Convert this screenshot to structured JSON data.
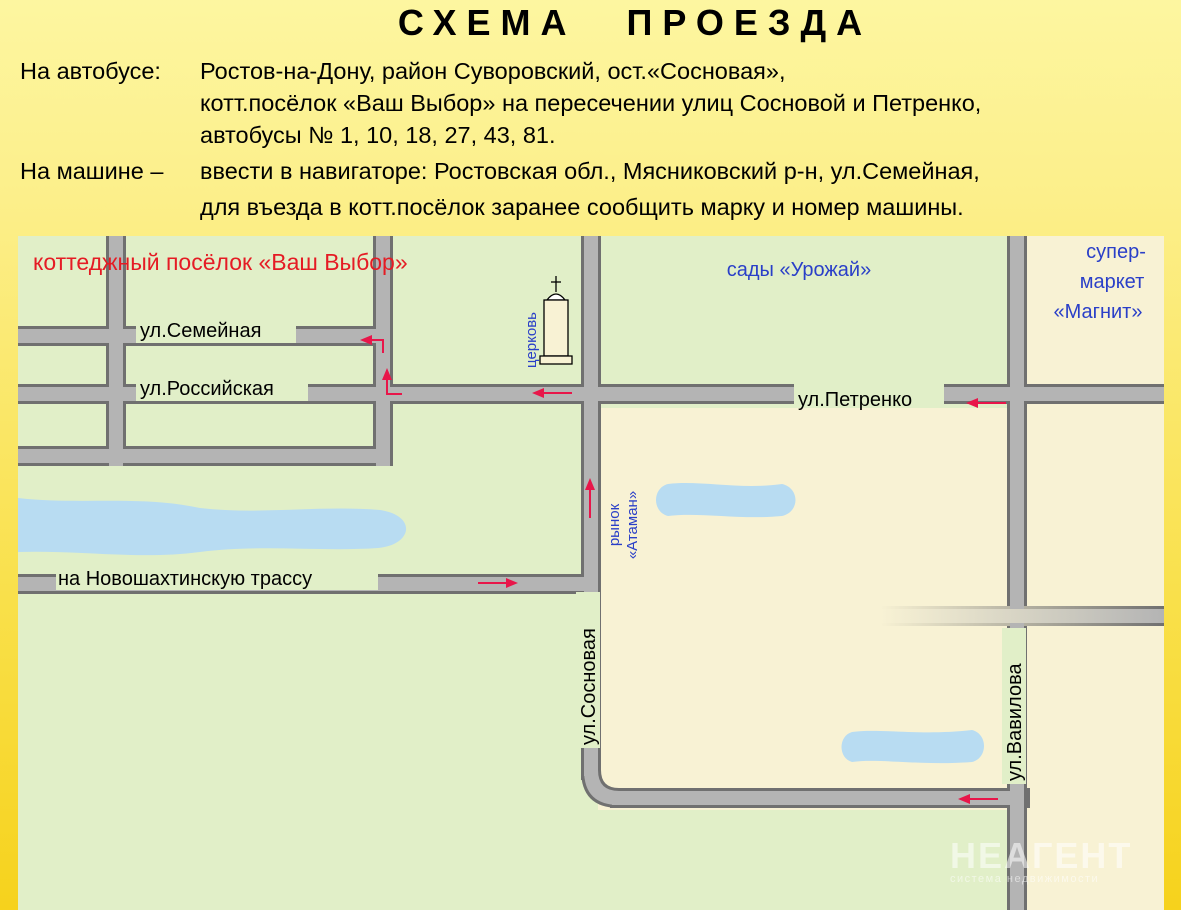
{
  "header": {
    "title": "СХЕМА ПРОЕЗДА",
    "bus": {
      "label": "На автобусе:",
      "line1": "Ростов-на-Дону, район Суворовский, ост.«Сосновая»,",
      "line2": "котт.посёлок «Ваш Выбор» на пересечении улиц Сосновой и Петренко,",
      "line3": "автобусы № 1, 10, 18, 27, 43, 81."
    },
    "car": {
      "label": "На машине –",
      "line1": "ввести в навигаторе: Ростовская обл., Мясниковский р-н,  ул.Семейная,",
      "line2": "для въезда в котт.посёлок заранее сообщить марку и номер машины."
    }
  },
  "map": {
    "places": {
      "village": "коттеджный посёлок «Ваш Выбор»",
      "gardens": "сады «Урожай»",
      "supermarket": [
        "супер-",
        "маркет",
        "«Магнит»"
      ],
      "church": "церковь",
      "market": [
        "рынок",
        "«Атаман»"
      ]
    },
    "streets": {
      "semeynaya": "ул.Семейная",
      "rossiyskaya": "ул.Российская",
      "petrenko": "ул.Петренко",
      "highway": "на Новошахтинскую трассу",
      "sosnovaya": "ул.Сосновая",
      "vavilova": "ул.Вавилова"
    },
    "colors": {
      "background": "#e1efc8",
      "block": "#f8f2d4",
      "road": "#b4b4b4",
      "road_edge": "#707070",
      "water": "#b8dcf2",
      "arrow": "#e8164a",
      "village_label": "#e51b24",
      "place_label": "#2a3fc8"
    }
  },
  "watermark": {
    "brand": "НЕАГЕНТ",
    "tagline": "система недвижимости"
  }
}
